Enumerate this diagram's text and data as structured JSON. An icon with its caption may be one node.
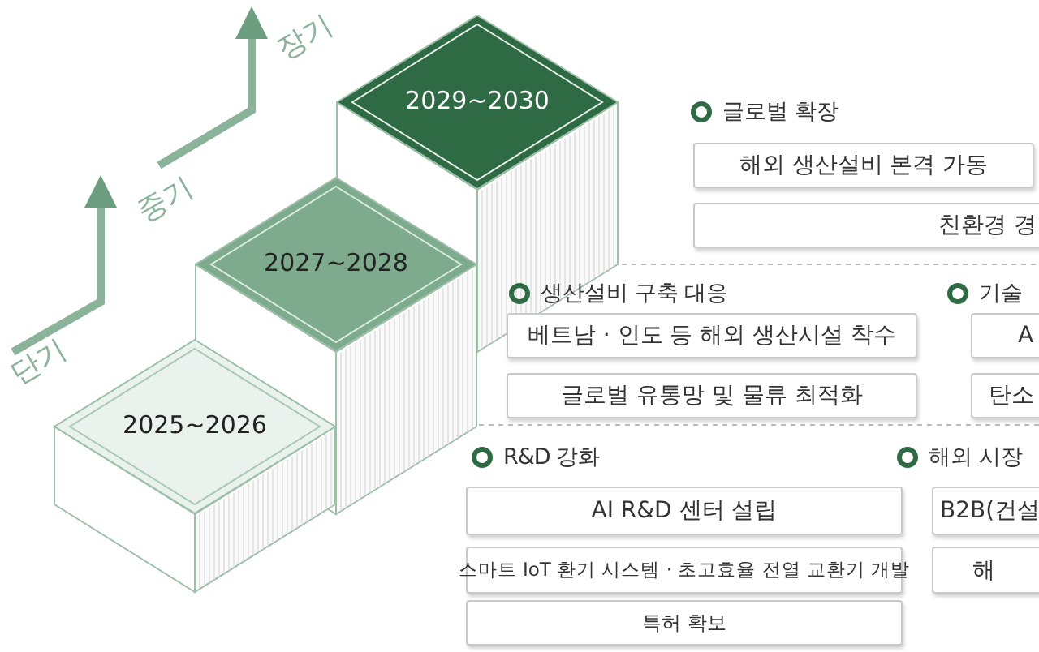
{
  "diagram": {
    "nodes": [
      {
        "text": [
          "2029~2030"
        ]
      },
      {
        "text": [
          "해외 생산설비 본격 가동"
        ]
      },
      {
        "text": [
          "친환경 경"
        ]
      },
      {
        "text": [
          "2027~2028"
        ]
      },
      {
        "text": [
          "베트남 · 인도 등 해외 생산시설 착수"
        ]
      },
      {
        "text": [
          "A"
        ]
      },
      {
        "text": [
          "글로벌 유통망 및 물류 최적화"
        ]
      },
      {
        "text": [
          "탄소"
        ]
      },
      {
        "text": [
          "2025~2026"
        ]
      },
      {
        "text": [
          "AI R&D 센터 설립"
        ]
      },
      {
        "text": [
          "B2B(건설"
        ]
      },
      {
        "text": [
          "스마트 IoT 환기 시스템 · 초고효율  전열 교환기 개발"
        ]
      },
      {
        "text": [
          "해"
        ]
      },
      {
        "text": [
          "특허 확보"
        ]
      }
    ],
    "labels": [
      "장기",
      "중기",
      "단기",
      "글로벌 확장",
      "생산설비 구축 대응",
      "기술",
      "R&D 강화",
      "해외 시장"
    ]
  }
}
